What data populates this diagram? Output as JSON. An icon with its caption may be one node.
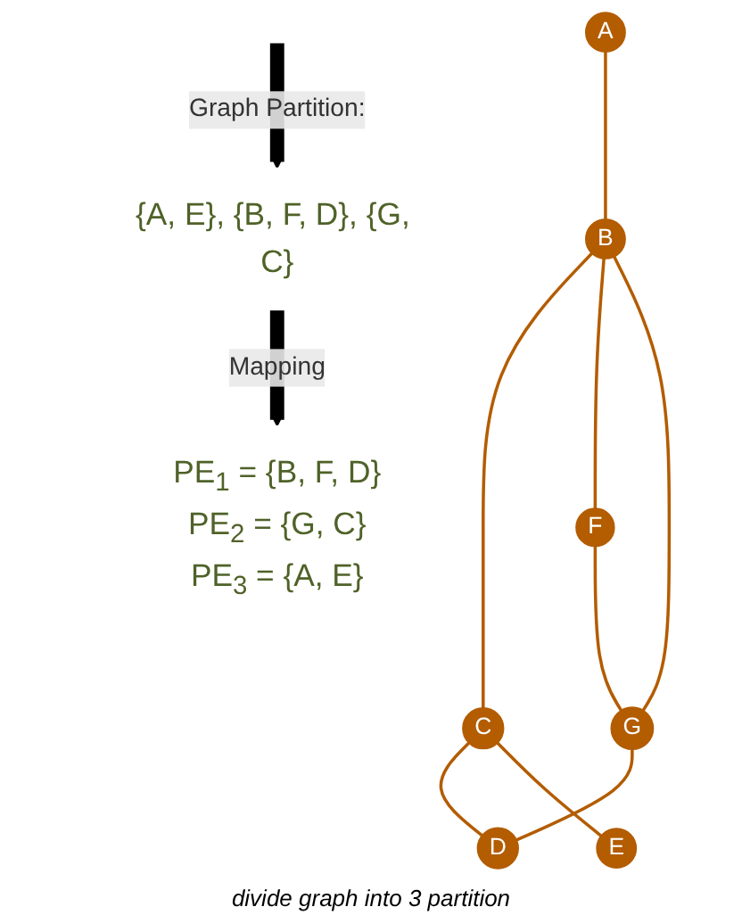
{
  "diagram": {
    "nodes": [
      {
        "text": [
          "B"
        ]
      },
      {
        "text": [
          "D"
        ]
      },
      {
        "text": [
          "C"
        ]
      },
      {
        "text": [
          "A"
        ]
      },
      {
        "text": [
          "E"
        ]
      },
      {
        "text": [
          "G"
        ]
      },
      {
        "text": [
          "F"
        ]
      },
      {
        "text": [
          "{A, E}, {B, F, D}, {G, C}"
        ]
      },
      {
        "text": [
          "PE$_{1}$ = {B, F, D}",
          "PE$_{2}$ = {G, C}",
          "PE$_{3}$ = {A, E}"
        ]
      }
    ],
    "edges": [
      {
        "from": 3,
        "to": 0,
        "arrow": "none"
      },
      {
        "from": 0,
        "to": 2,
        "arrow": "none"
      },
      {
        "from": 0,
        "to": 6,
        "arrow": "none"
      },
      {
        "from": 0,
        "to": 5,
        "arrow": "none"
      },
      {
        "from": 2,
        "to": 1,
        "arrow": "none"
      },
      {
        "from": 2,
        "to": 4,
        "arrow": "none"
      },
      {
        "from": 6,
        "to": 5,
        "arrow": "none"
      },
      {
        "from": 5,
        "to": 1,
        "arrow": "none"
      },
      {
        "from": null,
        "to": 7,
        "arrow": "to",
        "label": "Graph Partition:",
        "style": "thick",
        "color": "#000000"
      },
      {
        "from": 7,
        "to": 8,
        "arrow": "to",
        "label": "Mapping",
        "style": "thick",
        "color": "#000000"
      }
    ],
    "labels": [
      "divide graph into 3 partition"
    ]
  }
}
